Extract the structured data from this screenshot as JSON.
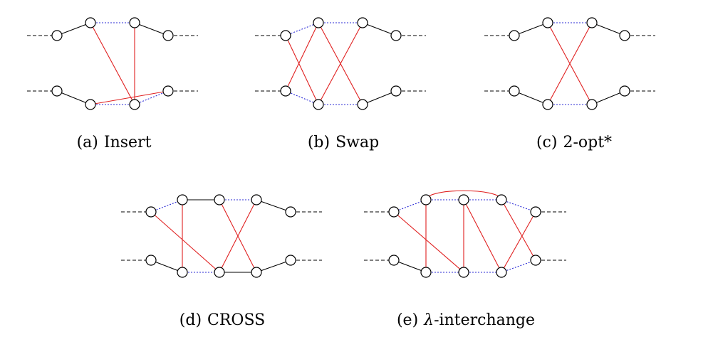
{
  "panels": [
    {
      "tag": "(a)",
      "name": "Insert"
    },
    {
      "tag": "(b)",
      "name": "Swap"
    },
    {
      "tag": "(c)",
      "name": "2-opt*"
    },
    {
      "tag": "(d)",
      "name": "CROSS"
    },
    {
      "tag": "(e)",
      "greek": "λ",
      "name": "-interchange"
    }
  ],
  "colors": {
    "node_fill": "#ffffff",
    "route_edge": "#000000",
    "removed_edge": "#2b2bd6",
    "added_edge": "#e02020"
  }
}
